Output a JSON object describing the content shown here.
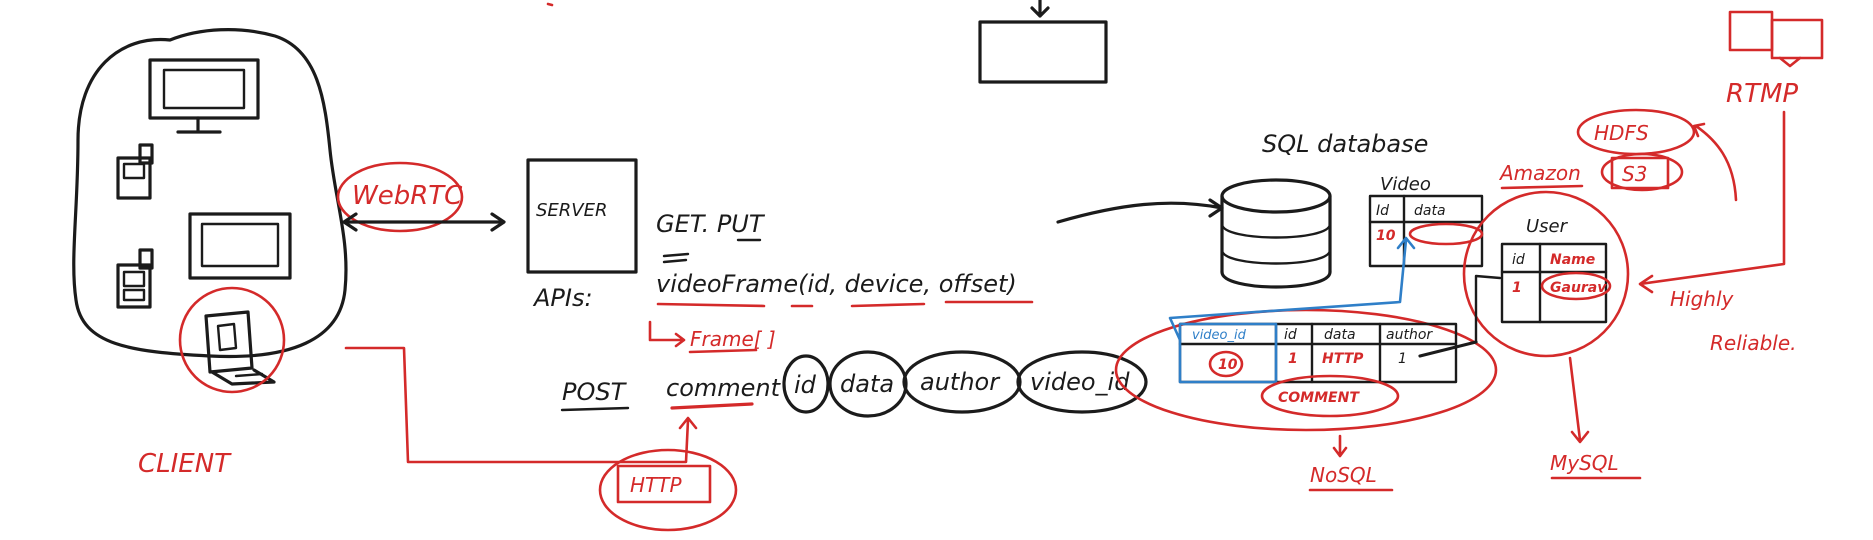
{
  "labels": {
    "client": "CLIENT",
    "webrtc": "WebRTC",
    "server": "SERVER",
    "get_put": "GET. PUT",
    "apis": "APIs:",
    "video_frame_call": "videoFrame(id, device, offset)",
    "frame_return": "Frame[ ]",
    "post": "POST",
    "comment_method": "comment",
    "param_id": "id",
    "param_data": "data",
    "param_author": "author",
    "param_video_id": "video_id",
    "http": "HTTP",
    "sql_database": "SQL database",
    "video_table": "Video",
    "user_table": "User",
    "comment_table": "COMMENT",
    "nosql": "NoSQL",
    "mysql": "MySQL",
    "amazon": "Amazon",
    "s3": "S3",
    "hdfs": "HDFS",
    "rtmp": "RTMP",
    "highly_reliable": "Highly",
    "highly_reliable_2": "Reliable."
  },
  "tables": {
    "video": {
      "headers": [
        "Id",
        "data"
      ],
      "rows": [
        [
          "10",
          ""
        ]
      ]
    },
    "user": {
      "headers": [
        "id",
        "Name"
      ],
      "rows": [
        [
          "1",
          "Gaurav"
        ]
      ]
    },
    "comment": {
      "headers": [
        "video_id",
        "id",
        "data",
        "author"
      ],
      "rows": [
        [
          "10",
          "1",
          "HTTP",
          "1"
        ]
      ]
    }
  },
  "colors": {
    "ink": "#1b1b1b",
    "red": "#d42a2a",
    "blue": "#2f7fc8"
  }
}
